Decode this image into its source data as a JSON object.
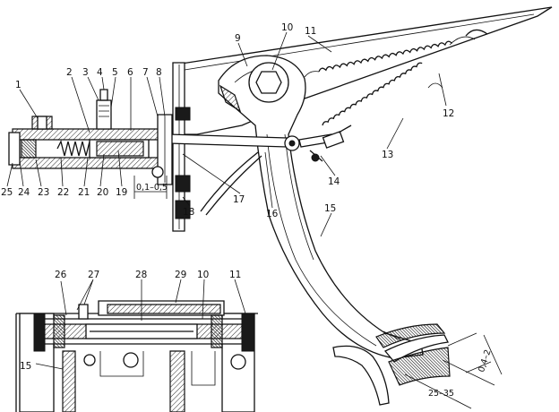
{
  "labels": {
    "l1": "1",
    "l2": "2",
    "l3": "3",
    "l4": "4",
    "l5": "5",
    "l6": "6",
    "l7": "7",
    "l8": "8",
    "l9": "9",
    "l10": "10",
    "l11": "11",
    "l12": "12",
    "l13": "13",
    "l14": "14",
    "l15": "15",
    "l16": "16",
    "l17": "17",
    "l18": "18",
    "l19": "19",
    "l20": "20",
    "l21": "21",
    "l22": "22",
    "l23": "23",
    "l24": "24",
    "l25": "25",
    "d26": "26",
    "d27": "27",
    "d28": "28",
    "d29": "29",
    "d10": "10",
    "d11": "11",
    "d15": "15"
  },
  "dimensions": {
    "gap": "0,1–0,5",
    "pedal_free": "0,4–2",
    "pedal_travel": "25–35"
  }
}
